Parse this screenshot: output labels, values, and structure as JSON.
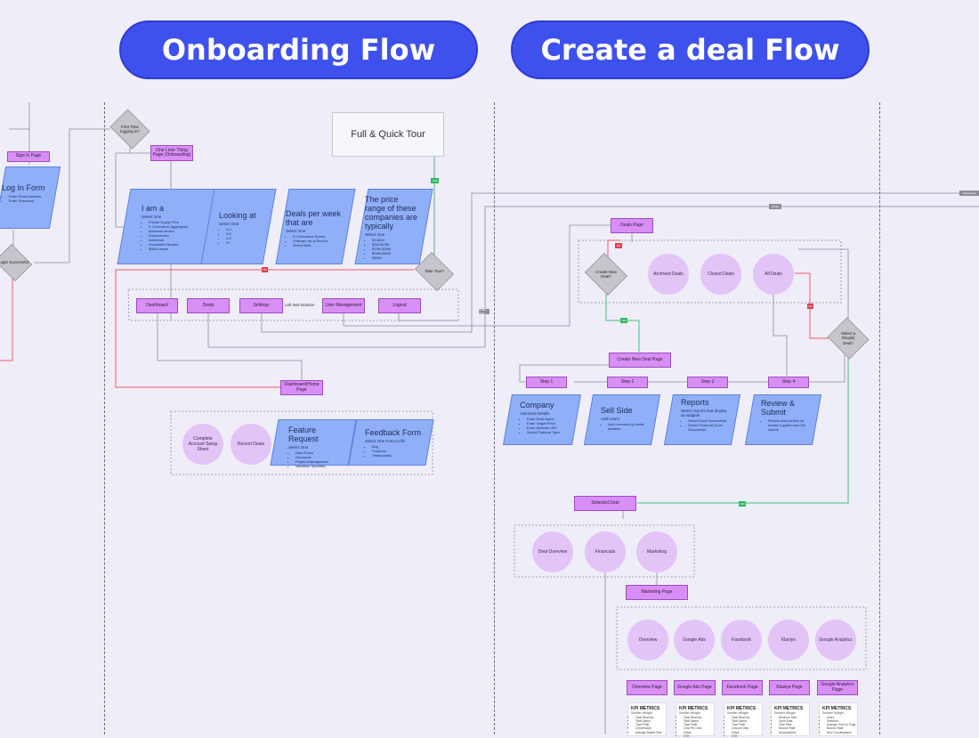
{
  "headers": {
    "onboarding": "Onboarding Flow",
    "deal": "Create a deal Flow"
  },
  "left": {
    "sign_in": "Sign In Page",
    "login_form": {
      "title": "Log In Form",
      "items": [
        "Enter Email Address",
        "Enter Password"
      ]
    },
    "login_success": "Login Successful"
  },
  "onboarding": {
    "first_time": "First Time logging in?",
    "one_liner": "One Liner Thing Page (Onboarding)",
    "tour": "Full & Quick Tour",
    "take_tour": "Take Tour?",
    "i_am": {
      "title": "I am a",
      "sub": "Select One",
      "items": [
        "Private Equity Firm",
        "E-Commerce Aggregator",
        "Business Broker",
        "Entrepreneur",
        "Individual",
        "Investment Banker",
        "M&A Lawyer"
      ]
    },
    "looking_at": {
      "title": "Looking at",
      "sub": "Select One",
      "items": [
        "0-3",
        "3-6",
        "6-9",
        "9+"
      ]
    },
    "deals_per_week": {
      "title": "Deals per week that are",
      "sub": "Select One",
      "items": [
        "E-Commerce Stores",
        "Software-as-a-Service",
        "Select Both"
      ]
    },
    "price_range": {
      "title": "The price range of these companies are typically",
      "sub": "Select One",
      "items": [
        "$0-$2M",
        "$2M-$15M",
        "$15M-$25M",
        "$25M-$50M",
        "$50M+"
      ]
    },
    "nav": [
      "Dashboard",
      "Deals",
      "Settings",
      "User Management",
      "Logout"
    ],
    "nav_label": "Left Nav Buttons",
    "dashboard_page": "Dashboard/Home Page",
    "complete_setup": "Complete Account Setup Sheet",
    "recent_deals": "Recent Deals",
    "feature_request": {
      "title": "Feature Request",
      "sub": "Select One",
      "items": [
        "Data Room",
        "Discounts",
        "Project Management",
        "Valuation Specifics"
      ]
    },
    "feedback_form": {
      "title": "Feedback Form",
      "sub": "Select One Form to fill",
      "items": [
        "Bug",
        "Features",
        "Testimonials"
      ]
    },
    "tag_yes": "YES",
    "tag_no": "NO"
  },
  "deal": {
    "deals_page": "Deals Page",
    "create_new": "Create New Deal?",
    "archived": "Archived Deals",
    "closed": "Closed Deals",
    "all": "All Deals",
    "select_shopify": "Select a Shopify Deal?",
    "create_page": "Create New Deal Page",
    "steps": [
      "Step 1",
      "Step 2",
      "Step 3",
      "Step 4"
    ],
    "company": {
      "title": "Company",
      "sub": "Add Deal Details",
      "items": [
        "Enter Deal Name",
        "Enter Target Price",
        "Enter Website URL",
        "Select Platform Type"
      ]
    },
    "sell_side": {
      "title": "Sell Side",
      "sub": "Add Users",
      "items": [
        "Add investors by email address"
      ]
    },
    "reports": {
      "title": "Reports",
      "sub": "Select reports that display as widgets",
      "items": [
        "Select Excel Documents",
        "Select Financial Docs Documents"
      ]
    },
    "review": {
      "title": "Review & Submit",
      "sub": "",
      "items": [
        "Review and confirm all details supplied and the submit"
      ]
    },
    "selected": "Selected Deal",
    "sub_circles": [
      "Deal Overview",
      "Financials",
      "Marketing"
    ],
    "marketing_page": "Marketing Page",
    "channels": [
      "Overview",
      "Google Ads",
      "Facebook",
      "Klaviyo",
      "Google Analytics"
    ],
    "channel_pages": [
      "Overview Page",
      "Google Ads Page",
      "Facebook Page",
      "Klaviyo Page",
      "Google Analytics Page"
    ],
    "kpi": {
      "title": "KPI METRICS",
      "sub": "Smaller Widget",
      "lists": [
        [
          "Total Revenue",
          "Total Spend",
          "Total Profit",
          "Conversions",
          "Average Basket Size"
        ],
        [
          "Total Revenue",
          "Total Spend",
          "Total Profit",
          "Cost Per Click",
          "Clicks",
          "CTR"
        ],
        [
          "Total Revenue",
          "Total Spend",
          "Total Profit",
          "Cost per click",
          "Clicks",
          "CTR"
        ],
        [
          "Revenue Sent",
          "Open Rate",
          "Click Rate",
          "Bounce Rate",
          "Unsubscribes"
        ],
        [
          "Users",
          "Sessions",
          "Average Time on Page",
          "Bounce Rate",
          "New Conversations"
        ]
      ]
    },
    "side_tags": [
      "Dashboard",
      "Deals",
      "Deals Page"
    ]
  }
}
